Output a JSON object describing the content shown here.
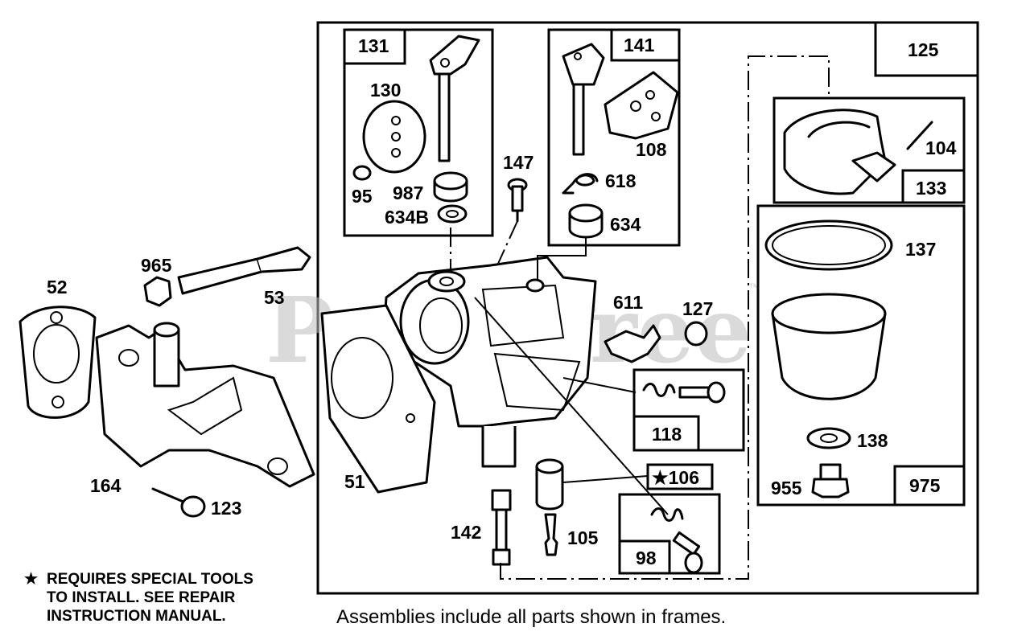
{
  "diagram": {
    "watermark": "PartsTree",
    "watermark_tm": "™",
    "caption": "Assemblies include all parts shown in frames.",
    "note_lines": [
      "REQUIRES SPECIAL TOOLS",
      "TO INSTALL.  SEE REPAIR",
      "INSTRUCTION MANUAL."
    ],
    "star": "★",
    "callouts": {
      "p131": "131",
      "p130": "130",
      "p95": "95",
      "p987": "987",
      "p634B": "634B",
      "p141": "141",
      "p108": "108",
      "p618": "618",
      "p634": "634",
      "p147": "147",
      "p125": "125",
      "p104": "104",
      "p133": "133",
      "p137": "137",
      "p138": "138",
      "p955": "955",
      "p975": "975",
      "p611": "611",
      "p127": "127",
      "p118": "118",
      "p106": "★106",
      "p98": "98",
      "p105": "105",
      "p142": "142",
      "p51": "51",
      "p52": "52",
      "p965": "965",
      "p53": "53",
      "p164": "164",
      "p123": "123"
    }
  }
}
